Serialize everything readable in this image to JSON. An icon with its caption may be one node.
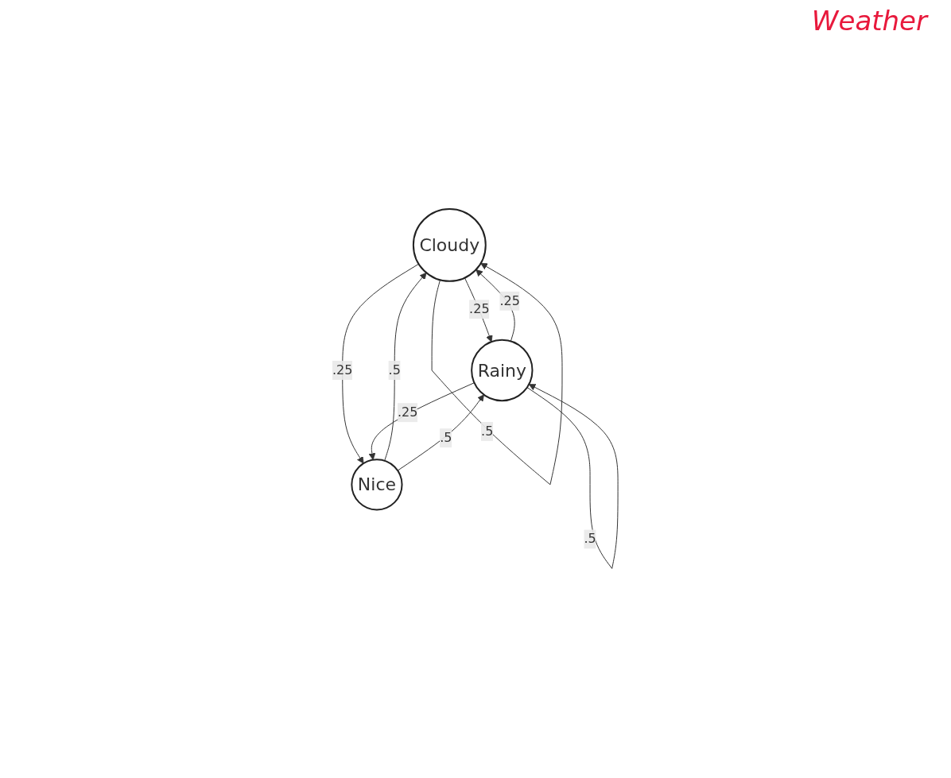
{
  "diagram": {
    "title": "Weather",
    "nodes": [
      {
        "text": [
          "Cloudy"
        ]
      },
      {
        "text": [
          "Rainy"
        ]
      },
      {
        "text": [
          "Nice"
        ]
      }
    ],
    "edges": [
      {
        "from": 0,
        "to": 0,
        "arrow": "to",
        "label": ".5"
      },
      {
        "from": 0,
        "to": 1,
        "arrow": "to",
        "label": ".25"
      },
      {
        "from": 1,
        "to": 0,
        "arrow": "to",
        "label": ".25"
      },
      {
        "from": 0,
        "to": 2,
        "arrow": "to",
        "label": ".25"
      },
      {
        "from": 2,
        "to": 0,
        "arrow": "to",
        "label": ".5"
      },
      {
        "from": 2,
        "to": 1,
        "arrow": "to",
        "label": ".5"
      },
      {
        "from": 1,
        "to": 2,
        "arrow": "to",
        "label": ".25"
      },
      {
        "from": 1,
        "to": 1,
        "arrow": "to",
        "label": ".5"
      }
    ]
  }
}
